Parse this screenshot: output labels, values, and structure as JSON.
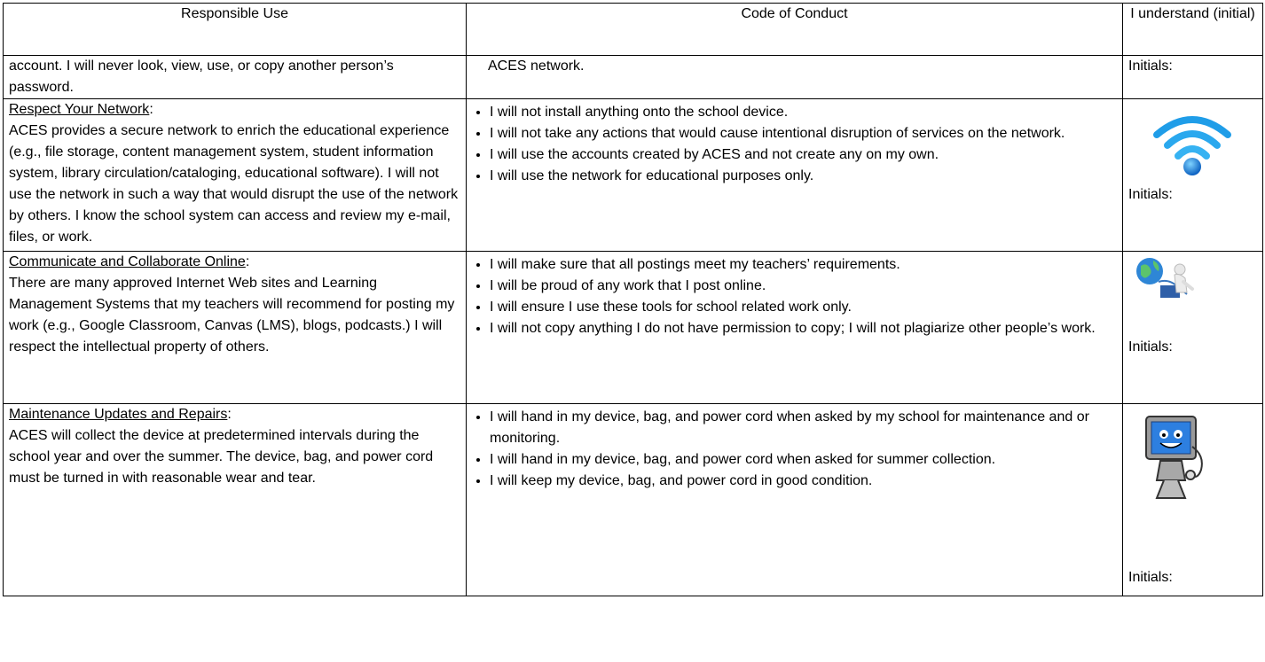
{
  "header": {
    "col1": "Responsible Use",
    "col2": "Code of Conduct",
    "col3": "I understand (initial)"
  },
  "initials_label": "Initials:",
  "rows": [
    {
      "use_title": "",
      "use_text": "account. I will never look, view, use, or copy another person’s password.",
      "conduct_text": "ACES network."
    },
    {
      "use_title": "Respect Your Network",
      "use_title_suffix": ":",
      "use_text": "ACES provides a secure network to enrich the educational experience (e.g., file storage, content management system, student information system, library circulation/cataloging, educational software). I will not use the network in such a way that would disrupt the use of the network by others. I know the school system can access and review my e-mail, files, or work.",
      "conduct": [
        "I will not install anything onto the school device.",
        "I will not take any actions that would cause intentional disruption of services on the network.",
        "I will use the accounts created by ACES and not create any on my own.",
        "I will use the network for educational purposes only."
      ],
      "icon": "wifi-icon"
    },
    {
      "use_title": "Communicate and Collaborate Online",
      "use_title_suffix": ":",
      "use_text": "There are many approved Internet Web sites and Learning Management Systems that my teachers will recommend for posting my work (e.g., Google Classroom, Canvas (LMS), blogs, podcasts.) I will respect the intellectual property of others.",
      "conduct": [
        "I will make sure that all postings meet my teachers’ requirements.",
        "I will be proud of any work that I post online.",
        "I will ensure I use these tools for school related work only.",
        "I will not copy anything I do not have permission to copy; I will not plagiarize other people’s work."
      ],
      "icon": "globe-network-icon"
    },
    {
      "use_title": "Maintenance Updates and Repairs",
      "use_title_suffix": ":",
      "use_text": "ACES will collect the device at predetermined intervals during the school year and over the summer. The device, bag, and power cord must be turned in with reasonable wear and tear.",
      "conduct": [
        "I will hand in my device, bag, and power cord when asked by my school for maintenance and or monitoring.",
        "I will hand in my device, bag, and power cord when asked for summer collection.",
        "I will keep my device, bag, and power cord in good condition."
      ],
      "icon": "computer-doctor-icon"
    }
  ]
}
